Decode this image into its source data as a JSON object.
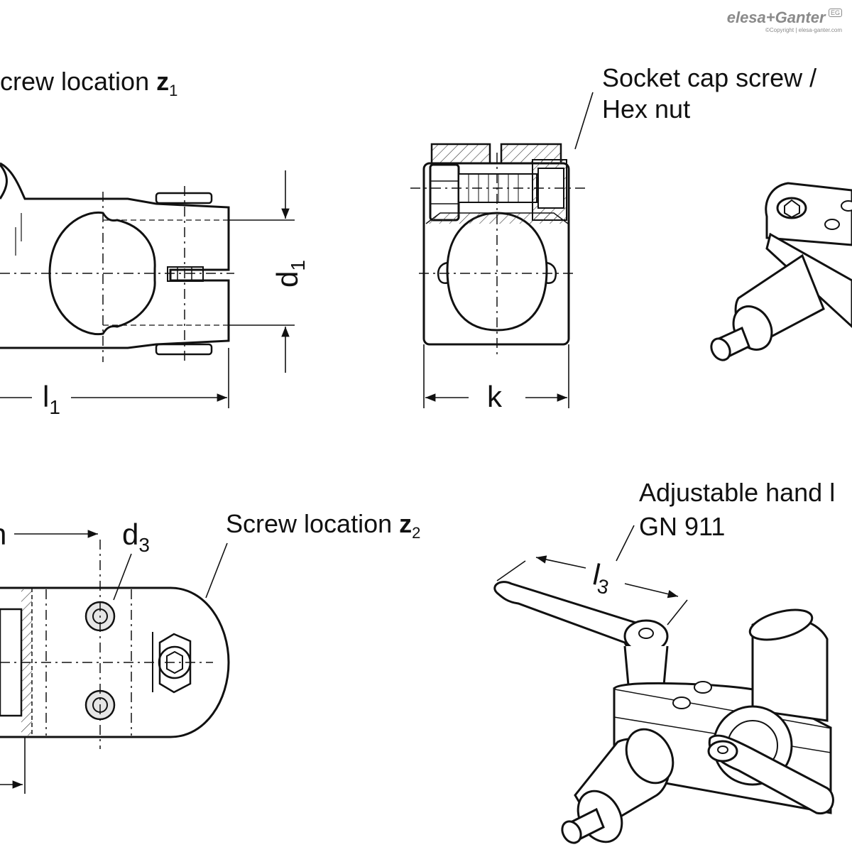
{
  "brand": {
    "name": "elesa+Ganter",
    "mark": "EG",
    "copyright": "©Copyright | elesa-ganter.com"
  },
  "labels": {
    "screw_z1_text": "crew location ",
    "screw_z1_symbol": "z",
    "screw_z1_sub": "1",
    "socket_line1": "Socket cap screw /",
    "socket_line2": "Hex nut",
    "screw_z2_text": "Screw location ",
    "screw_z2_symbol": "z",
    "screw_z2_sub": "2",
    "handle_line1": "Adjustable hand l",
    "handle_line2": "GN 911"
  },
  "dimensions": {
    "d1_main": "d",
    "d1_sub": "1",
    "l1_main": "l",
    "l1_sub": "1",
    "k": "k",
    "l3_main": "l",
    "l3_sub": "3",
    "d3_main": "d",
    "d3_sub": "3",
    "h_partial": "h"
  }
}
